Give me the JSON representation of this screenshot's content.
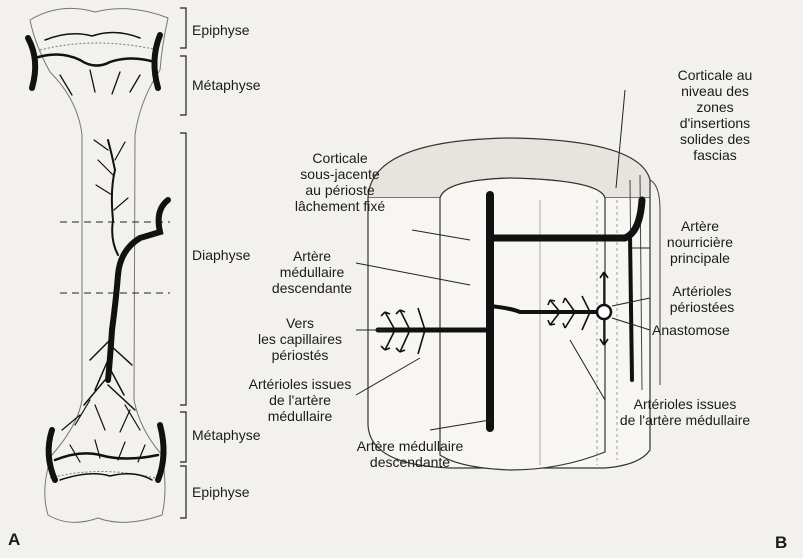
{
  "panel_a": {
    "letter": "A",
    "labels": {
      "epiphyse_top": "Epiphyse",
      "metaphyse_top": "Métaphyse",
      "diaphyse": "Diaphyse",
      "metaphyse_bottom": "Métaphyse",
      "epiphyse_bottom": "Epiphyse"
    }
  },
  "panel_b": {
    "letter": "B",
    "labels": {
      "corticale_souple": [
        "Corticale",
        "sous-jacente",
        "au périoste",
        "lâchement fixé"
      ],
      "corticale_insertions": [
        "Corticale au",
        "niveau des",
        "zones",
        "d'insertions",
        "solides des",
        "fascias"
      ],
      "artere_medullaire_desc": [
        "Artère",
        "médullaire",
        "descendante"
      ],
      "artere_nourriciere": [
        "Artère",
        "nourricière",
        "principale"
      ],
      "vers_capillaires": [
        "Vers",
        "les capillaires",
        "périostés"
      ],
      "arterioles_periostees": [
        "Artérioles",
        "périostées"
      ],
      "anastomose": "Anastomose",
      "arterioles_issues_left": [
        "Artérioles issues",
        "de l'artère",
        "médullaire"
      ],
      "arterioles_issues_right": [
        "Artérioles issues",
        "de l'artère médullaire"
      ],
      "artere_medullaire_desc_bottom": [
        "Artère médullaire",
        "descendante"
      ]
    }
  },
  "colors": {
    "ink": "#1b1b1b",
    "paper": "#f2f1ee",
    "bone": "#f7f6f2"
  }
}
